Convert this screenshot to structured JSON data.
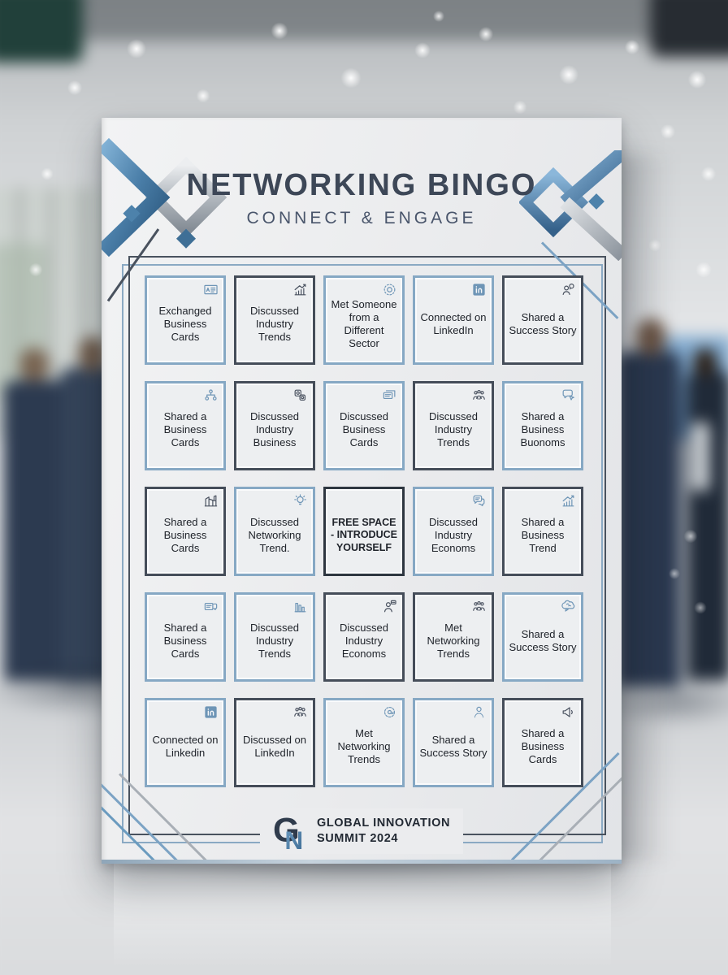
{
  "scene": {
    "environment": "Blurred modern office lobby with networking professionals and ceiling lights",
    "board": "Standing bingo poster"
  },
  "poster": {
    "title": "NETWORKING BINGO",
    "subtitle": "CONNECT & ENGAGE",
    "colors": {
      "accent_blue": "#86a8c4",
      "accent_dark": "#454d59",
      "linkedin_blue": "#4f83ad",
      "title_text": "#3d4757",
      "cell_text": "#20242b"
    },
    "footer": {
      "monogram_g": "G",
      "monogram_n": "N",
      "org_line1": "GLOBAL INNOVATION",
      "org_line2": "SUMMIT 2024"
    },
    "grid": {
      "rows": 5,
      "cols": 5,
      "cells": [
        {
          "label": "Exchanged Business Cards",
          "icon": "id-card",
          "tone": "blue"
        },
        {
          "label": "Discussed Industry Trends",
          "icon": "growth-chart",
          "tone": "dark"
        },
        {
          "label": "Met Someone from a Different Sector",
          "icon": "dotted-circle",
          "tone": "blue"
        },
        {
          "label": "Connected on LinkedIn",
          "icon": "linkedin",
          "tone": "blue"
        },
        {
          "label": "Shared a Success Story",
          "icon": "person-speech",
          "tone": "dark"
        },
        {
          "label": "Shared a Business Cards",
          "icon": "org-chart",
          "tone": "blue"
        },
        {
          "label": "Discussed Industry Business",
          "icon": "gear-chat",
          "tone": "dark"
        },
        {
          "label": "Discussed Business Cards",
          "icon": "card-stack",
          "tone": "blue"
        },
        {
          "label": "Discussed Industry Trends",
          "icon": "people-group",
          "tone": "dark"
        },
        {
          "label": "Shared a Business Buonoms",
          "icon": "chat-pointer",
          "tone": "blue"
        },
        {
          "label": "Shared a Business Cards",
          "icon": "building",
          "tone": "dark"
        },
        {
          "label": "Discussed Networking Trend.",
          "icon": "lightbulb",
          "tone": "blue"
        },
        {
          "label": "FREE SPACE - INTRODUCE YOURSELF",
          "icon": null,
          "tone": "free"
        },
        {
          "label": "Discussed Industry Economs",
          "icon": "chat-bubbles",
          "tone": "blue"
        },
        {
          "label": "Shared a Business Trend",
          "icon": "growth-chart",
          "tone": "dark",
          "icon_tone": "blue"
        },
        {
          "label": "Shared a Business Cards",
          "icon": "card-chat",
          "tone": "blue"
        },
        {
          "label": "Discussed Industry Trends",
          "icon": "bar-chart",
          "tone": "blue"
        },
        {
          "label": "Discussed Industry Economs",
          "icon": "person-badge",
          "tone": "dark"
        },
        {
          "label": "Met Networking Trends",
          "icon": "people-group",
          "tone": "dark"
        },
        {
          "label": "Shared a Success Story",
          "icon": "brain-speech",
          "tone": "blue"
        },
        {
          "label": "Connected on Linkedin",
          "icon": "linkedin",
          "tone": "blue"
        },
        {
          "label": "Discussed on LinkedIn",
          "icon": "people-group",
          "tone": "dark"
        },
        {
          "label": "Met Networking Trends",
          "icon": "gear-at",
          "tone": "blue"
        },
        {
          "label": "Shared a Success Story",
          "icon": "person",
          "tone": "blue"
        },
        {
          "label": "Shared a Business Cards",
          "icon": "megaphone",
          "tone": "dark"
        }
      ]
    }
  }
}
